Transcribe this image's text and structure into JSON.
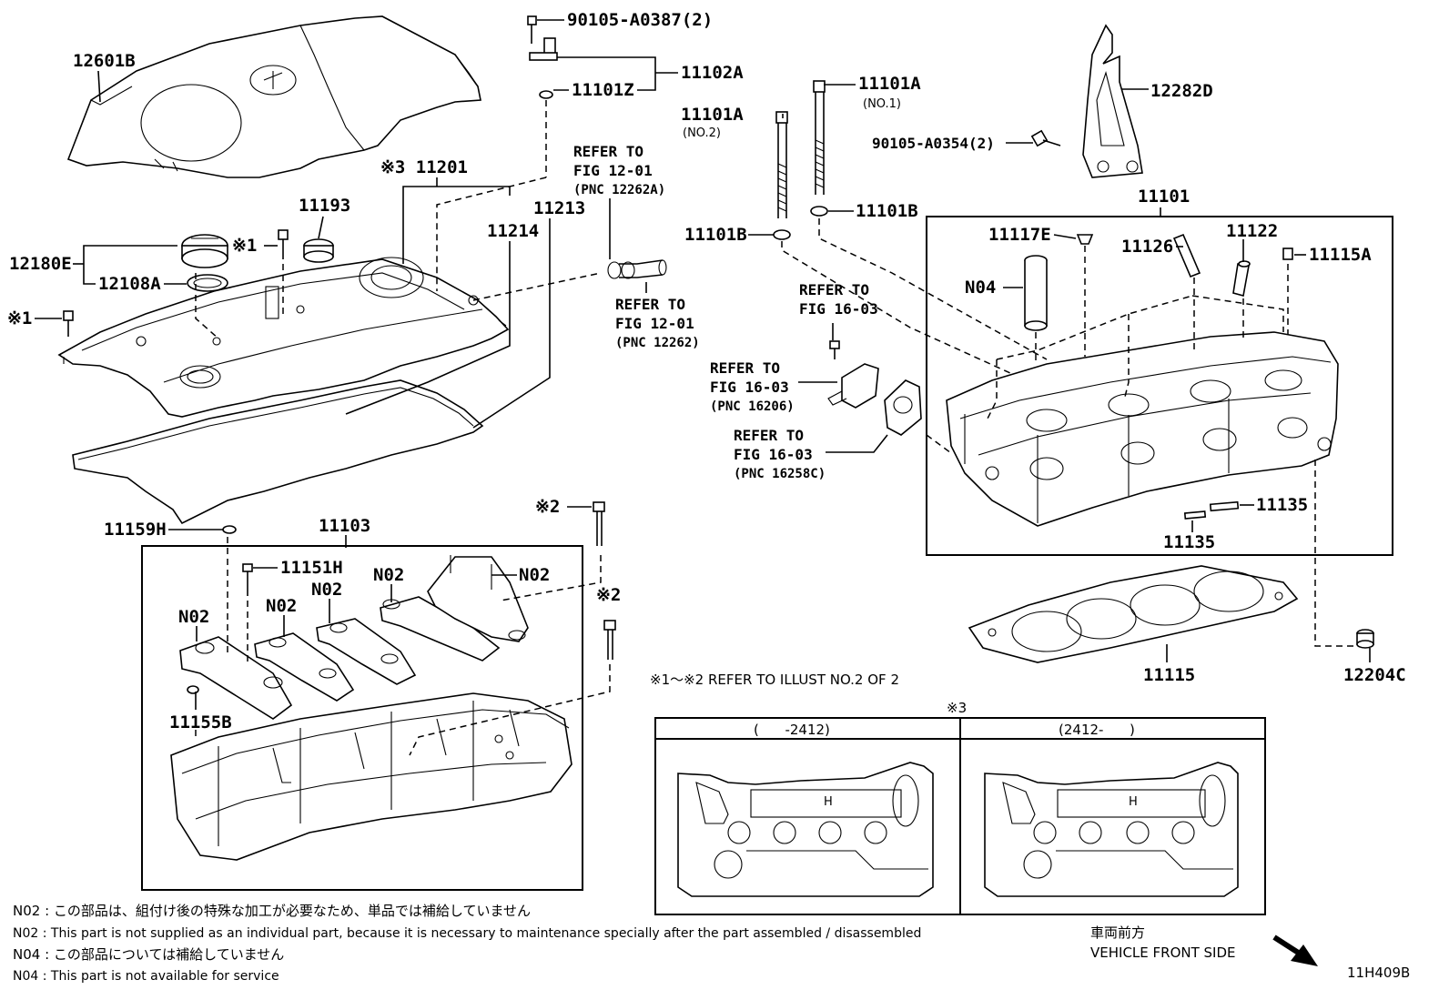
{
  "labels": {
    "p12601B": "12601B",
    "p90105_A0387": "90105-A0387(2)",
    "p11102A": "11102A",
    "p11101Z": "11101Z",
    "p11101A_no1": "11101A",
    "p11101A_no1_sub": "(NO.1)",
    "p11101A_no2": "11101A",
    "p11101A_no2_sub": "(NO.2)",
    "p12282D": "12282D",
    "p90105_A0354": "90105-A0354(2)",
    "p11101B_a": "11101B",
    "p11101B_b": "11101B",
    "p11201": "※3 11201",
    "p11193": "11193",
    "p11213": "11213",
    "p11214": "11214",
    "p12180E": "12180E",
    "p12108A": "12108A",
    "mark1_a": "※1",
    "mark1_b": "※1",
    "p11101": "11101",
    "p11117E": "11117E",
    "p11126": "11126",
    "p11122": "11122",
    "p11115A": "11115A",
    "pN04": "N04",
    "p11135_a": "11135",
    "p11135_b": "11135",
    "p11115": "11115",
    "p12204C": "12204C",
    "p11159H": "11159H",
    "p11103": "11103",
    "p11151H": "11151H",
    "mark2_a": "※2",
    "mark2_b": "※2",
    "pN02_a": "N02",
    "pN02_b": "N02",
    "pN02_c": "N02",
    "pN02_d": "N02",
    "pN02_e": "N02",
    "p11155B": "11155B"
  },
  "refs": {
    "r1": [
      "REFER TO",
      "FIG 12-01",
      "(PNC 12262A)"
    ],
    "r2": [
      "REFER TO",
      "FIG 12-01",
      "(PNC 12262)"
    ],
    "r3": [
      "REFER TO",
      "FIG 16-03"
    ],
    "r4": [
      "REFER TO",
      "FIG 16-03",
      "(PNC 16206)"
    ],
    "r5": [
      "REFER TO",
      "FIG 16-03",
      "(PNC 16258C)"
    ]
  },
  "illust_note": "※1～※2  REFER TO ILLUST NO.2 OF 2",
  "variant_mark": "※3",
  "variants": [
    "(      -2412)",
    "(2412-      )"
  ],
  "notes": [
    "N02 : この部品は、組付け後の特殊な加工が必要なため、単品では補給していません",
    "N02 : This part is not supplied as an individual part, because it is necessary to maintenance specially after the part assembled / disassembled",
    "N04 : この部品については補給していません",
    "N04 : This part is not available for service"
  ],
  "front_side_jp": "車両前方",
  "front_side_en": "VEHICLE FRONT SIDE",
  "figure_id": "11H409B"
}
